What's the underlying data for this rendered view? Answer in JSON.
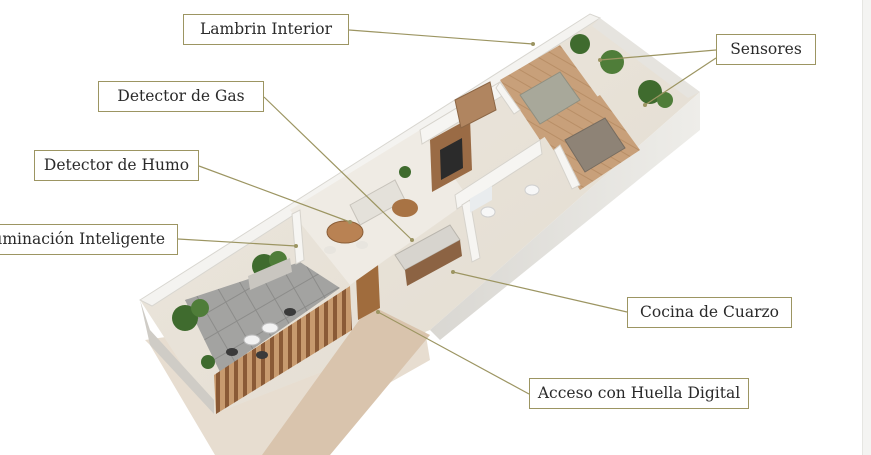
{
  "labels": {
    "lambrin": "Lambrin Interior",
    "sensores": "Sensores",
    "gas": "Detector de Gas",
    "humo": "Detector de Humo",
    "iluminacion": "Iluminación Inteligente",
    "cocina": "Cocina de Cuarzo",
    "acceso": "Acceso con Huella Digital"
  },
  "colors": {
    "leader_line": "#9c9562",
    "label_border": "#9c9562",
    "wall": "#f2f1ee",
    "floor_wood": "#c9a27a",
    "floor_light": "#e9e3d8",
    "patio_tile": "#9a9a98",
    "plants": "#3f6b2e",
    "slats": "#8a5a36"
  }
}
